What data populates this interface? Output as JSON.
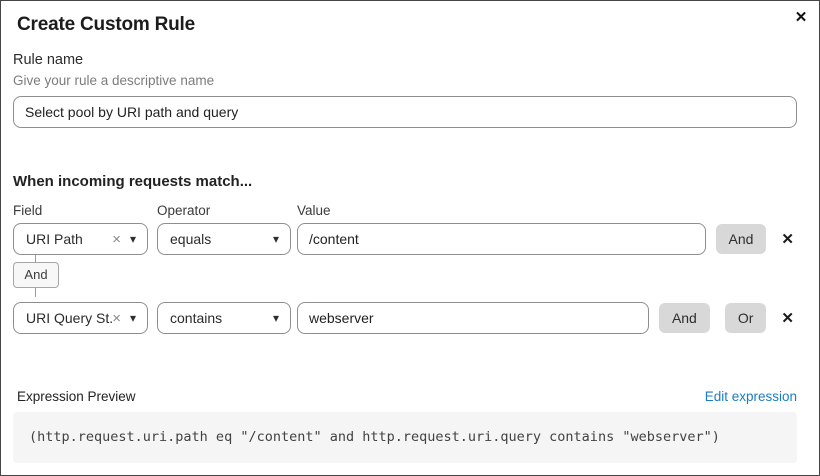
{
  "dialog": {
    "title": "Create Custom Rule"
  },
  "icons": {
    "close": "✕",
    "clear": "×",
    "caret_down": "▾",
    "delete": "✕"
  },
  "rule_name": {
    "label": "Rule name",
    "helper": "Give your rule a descriptive name",
    "value": "Select pool by URI path and query"
  },
  "matcher": {
    "heading": "When incoming requests match...",
    "columns": {
      "field": "Field",
      "operator": "Operator",
      "value": "Value"
    },
    "connector_label": "And",
    "rows": [
      {
        "field": "URI Path",
        "operator": "equals",
        "value": "/content",
        "buttons": [
          "And"
        ]
      },
      {
        "field": "URI Query St...",
        "operator": "contains",
        "value": "webserver",
        "buttons": [
          "And",
          "Or"
        ]
      }
    ]
  },
  "expression": {
    "label": "Expression Preview",
    "edit_link": "Edit expression",
    "code": "(http.request.uri.path eq \"/content\" and http.request.uri.query contains \"webserver\")"
  },
  "colors": {
    "link": "#1b7dc2",
    "button_bg": "#d8d8d8",
    "code_bg": "#f5f5f5",
    "input_border": "#8e8e8e"
  }
}
